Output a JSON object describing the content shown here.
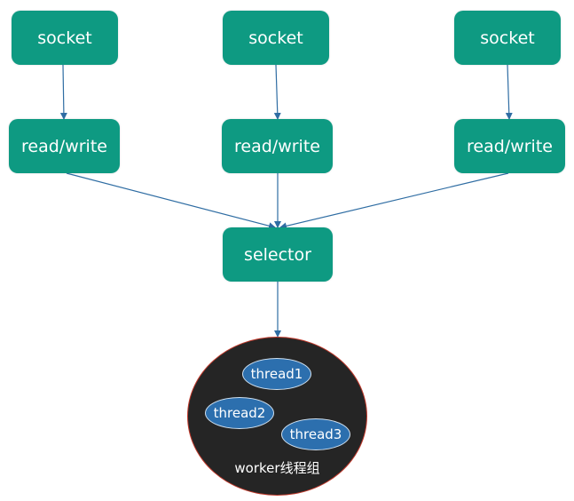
{
  "diagram": {
    "sockets": [
      {
        "label": "socket"
      },
      {
        "label": "socket"
      },
      {
        "label": "socket"
      }
    ],
    "read_write": [
      {
        "label": "read/write"
      },
      {
        "label": "read/write"
      },
      {
        "label": "read/write"
      }
    ],
    "selector": {
      "label": "selector"
    },
    "worker_group": {
      "label": "worker线程组",
      "threads": [
        {
          "label": "thread1"
        },
        {
          "label": "thread2"
        },
        {
          "label": "thread3"
        }
      ]
    }
  },
  "colors": {
    "box_fill": "#0e9a82",
    "arrow": "#2f6da3",
    "worker_fill": "#252525",
    "worker_border": "#c0392b",
    "thread_fill": "#2c6fae"
  }
}
